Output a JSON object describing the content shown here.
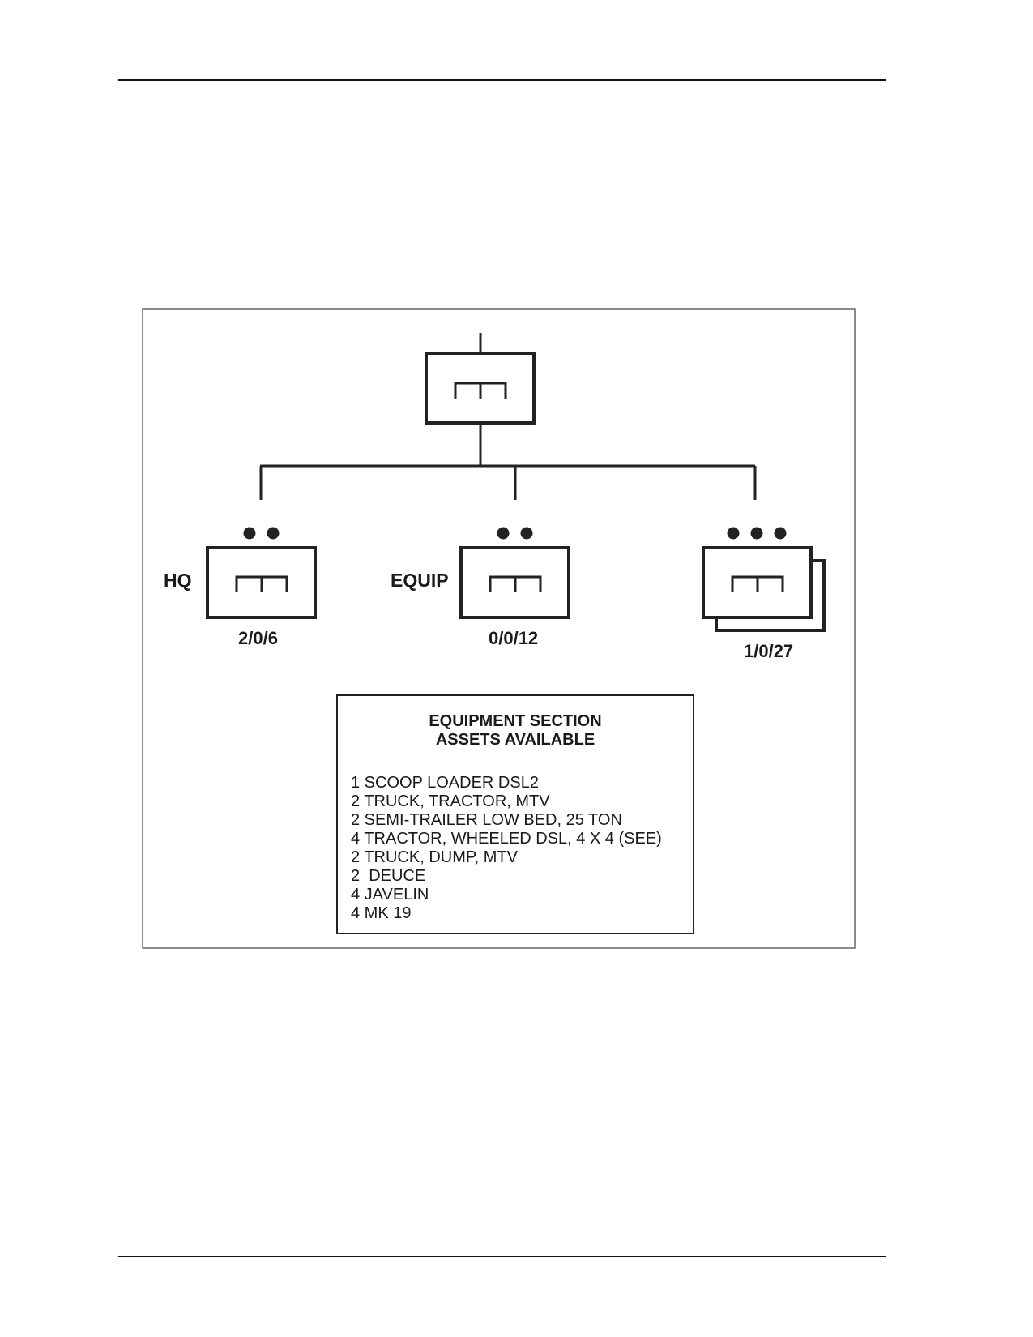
{
  "colors": {
    "ink": "#1a1a1a",
    "frame": "#666666",
    "background": "#ffffff"
  },
  "org_chart": {
    "top_unit": {
      "symbol": "engineer-unit-symbol"
    },
    "subunits": [
      {
        "id": "hq",
        "label": "HQ",
        "size_dots": 2,
        "strength": "2/0/6"
      },
      {
        "id": "equip",
        "label": "EQUIP",
        "size_dots": 2,
        "strength": "0/0/12"
      },
      {
        "id": "platoons",
        "label": "",
        "size_dots": 3,
        "strength": "1/0/27",
        "multiple": true
      }
    ]
  },
  "assets": {
    "title_line1": "EQUIPMENT SECTION",
    "title_line2": "ASSETS AVAILABLE",
    "items": [
      "1 SCOOP LOADER DSL2",
      "2 TRUCK, TRACTOR, MTV",
      "2 SEMI-TRAILER LOW BED, 25 TON",
      "4 TRACTOR, WHEELED DSL, 4 X 4 (SEE)",
      "2 TRUCK, DUMP, MTV",
      "2  DEUCE",
      "4 JAVELIN",
      "4 MK 19"
    ]
  }
}
